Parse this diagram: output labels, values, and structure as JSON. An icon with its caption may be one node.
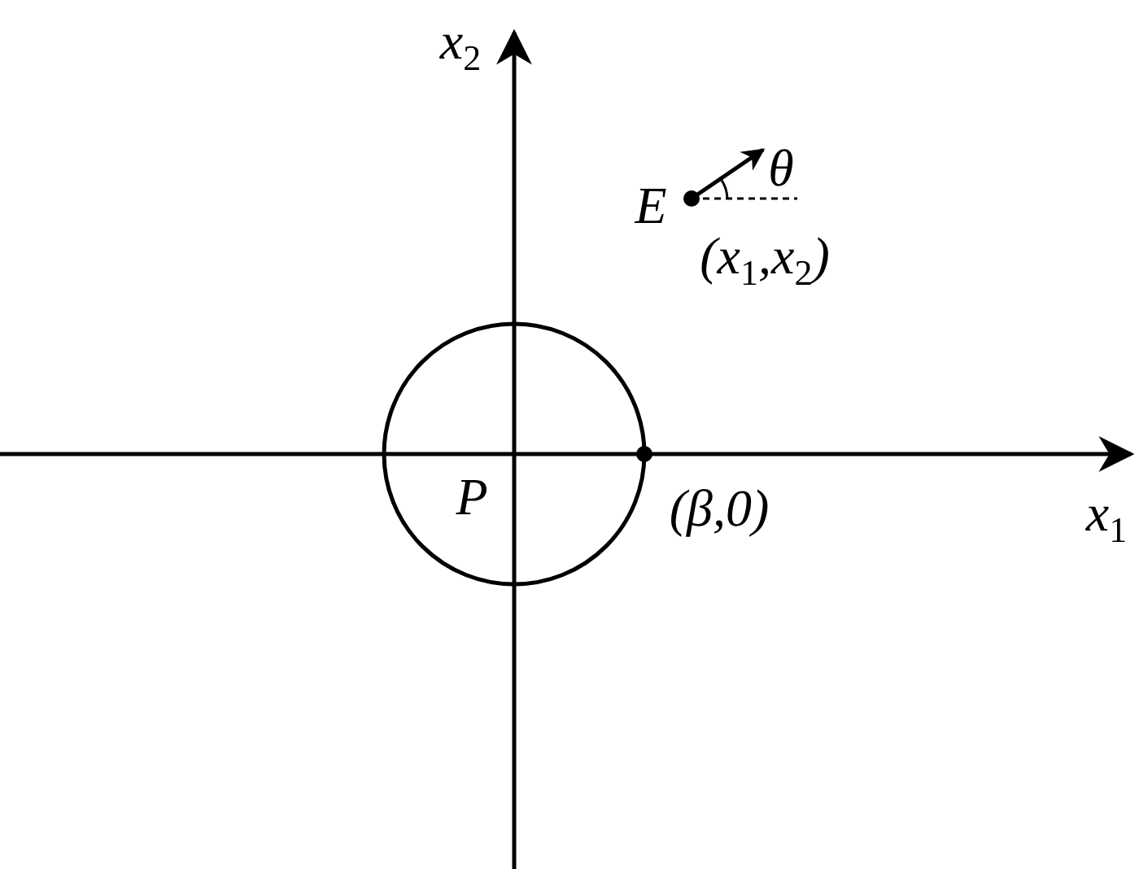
{
  "diagram": {
    "nodes": [
      {
        "text": [
          "P"
        ]
      }
    ],
    "labels": [
      "x$_{2}$",
      "E",
      "θ",
      "(x$_{1}$,x$_{2}$)",
      "x$_{1}$",
      "(β,0)"
    ]
  }
}
